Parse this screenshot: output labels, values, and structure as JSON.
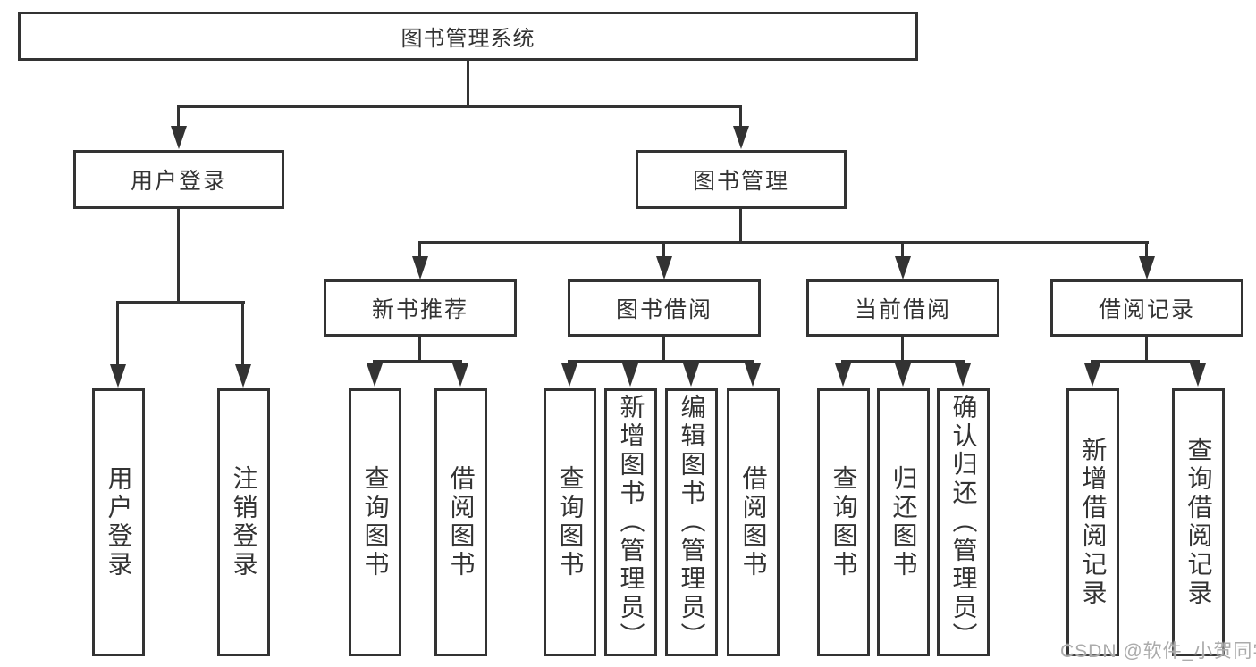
{
  "diagram": {
    "root": {
      "label": "图书管理系统"
    },
    "level2": [
      {
        "label": "用户登录"
      },
      {
        "label": "图书管理"
      }
    ],
    "level3": [
      {
        "label": "新书推荐",
        "parent": "图书管理"
      },
      {
        "label": "图书借阅",
        "parent": "图书管理"
      },
      {
        "label": "当前借阅",
        "parent": "图书管理"
      },
      {
        "label": "借阅记录",
        "parent": "图书管理"
      }
    ],
    "leaves": [
      {
        "label": "用户登录",
        "parent": "用户登录"
      },
      {
        "label": "注销登录",
        "parent": "用户登录"
      },
      {
        "label": "查询图书",
        "parent": "新书推荐"
      },
      {
        "label": "借阅图书",
        "parent": "新书推荐"
      },
      {
        "label": "查询图书",
        "parent": "图书借阅"
      },
      {
        "label": "新增图书（管理员）",
        "parent": "图书借阅"
      },
      {
        "label": "编辑图书（管理员）",
        "parent": "图书借阅"
      },
      {
        "label": "借阅图书",
        "parent": "图书借阅"
      },
      {
        "label": "查询图书",
        "parent": "当前借阅"
      },
      {
        "label": "归还图书",
        "parent": "当前借阅"
      },
      {
        "label": "确认归还（管理员）",
        "parent": "当前借阅"
      },
      {
        "label": "新增借阅记录",
        "parent": "借阅记录"
      },
      {
        "label": "查询借阅记录",
        "parent": "借阅记录"
      }
    ],
    "colors": {
      "line": "#333333",
      "box_background": "#ffffff",
      "text": "#333333",
      "watermark": "#ababab"
    }
  },
  "watermark": {
    "text": "CSDN @软件_小贺同学"
  }
}
